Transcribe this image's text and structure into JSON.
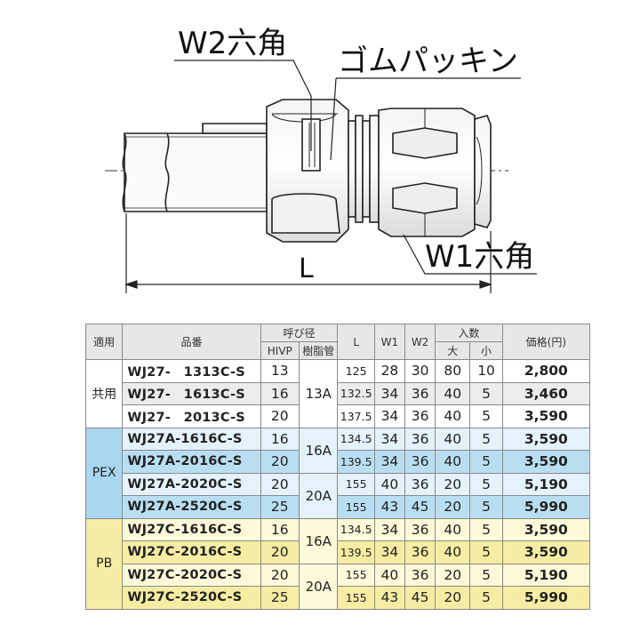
{
  "drawing": {
    "label_w2": "W2六角",
    "label_packing": "ゴムパッキン",
    "label_w1": "W1六角",
    "label_length": "L"
  },
  "table": {
    "headers": {
      "usage": "適用",
      "model": "品番",
      "nominal": "呼び径",
      "hivp": "HIVP",
      "resin": "樹脂管",
      "l": "L",
      "w1": "W1",
      "w2": "W2",
      "qty": "入数",
      "large": "大",
      "small": "小",
      "price": "価格(円)"
    },
    "groups": [
      {
        "name": "共用",
        "rows": [
          {
            "model": "WJ27-　1313C-S",
            "hivp": "13",
            "l": "125",
            "w1": "28",
            "w2": "30",
            "large": "80",
            "small": "10",
            "price": "2,800"
          },
          {
            "model": "WJ27-　1613C-S",
            "hivp": "16",
            "l": "132.5",
            "w1": "34",
            "w2": "36",
            "large": "40",
            "small": "5",
            "price": "3,460"
          },
          {
            "model": "WJ27-　2013C-S",
            "hivp": "20",
            "l": "137.5",
            "w1": "34",
            "w2": "36",
            "large": "40",
            "small": "5",
            "price": "3,590"
          }
        ],
        "resin_sizes": [
          "13A"
        ]
      },
      {
        "name": "PEX",
        "rows": [
          {
            "model": "WJ27A-1616C-S",
            "hivp": "16",
            "l": "134.5",
            "w1": "34",
            "w2": "36",
            "large": "40",
            "small": "5",
            "price": "3,590"
          },
          {
            "model": "WJ27A-2016C-S",
            "hivp": "20",
            "l": "139.5",
            "w1": "34",
            "w2": "36",
            "large": "40",
            "small": "5",
            "price": "3,590"
          },
          {
            "model": "WJ27A-2020C-S",
            "hivp": "20",
            "l": "155",
            "w1": "40",
            "w2": "36",
            "large": "20",
            "small": "5",
            "price": "5,190"
          },
          {
            "model": "WJ27A-2520C-S",
            "hivp": "25",
            "l": "155",
            "w1": "43",
            "w2": "45",
            "large": "20",
            "small": "5",
            "price": "5,990"
          }
        ],
        "resin_sizes": [
          "16A",
          "20A"
        ]
      },
      {
        "name": "PB",
        "rows": [
          {
            "model": "WJ27C-1616C-S",
            "hivp": "16",
            "l": "134.5",
            "w1": "34",
            "w2": "36",
            "large": "40",
            "small": "5",
            "price": "3,590"
          },
          {
            "model": "WJ27C-2016C-S",
            "hivp": "20",
            "l": "139.5",
            "w1": "34",
            "w2": "36",
            "large": "40",
            "small": "5",
            "price": "3,590"
          },
          {
            "model": "WJ27C-2020C-S",
            "hivp": "20",
            "l": "155",
            "w1": "40",
            "w2": "36",
            "large": "20",
            "small": "5",
            "price": "5,190"
          },
          {
            "model": "WJ27C-2520C-S",
            "hivp": "25",
            "l": "155",
            "w1": "43",
            "w2": "45",
            "large": "20",
            "small": "5",
            "price": "5,990"
          }
        ],
        "resin_sizes": [
          "16A",
          "20A"
        ]
      }
    ]
  }
}
